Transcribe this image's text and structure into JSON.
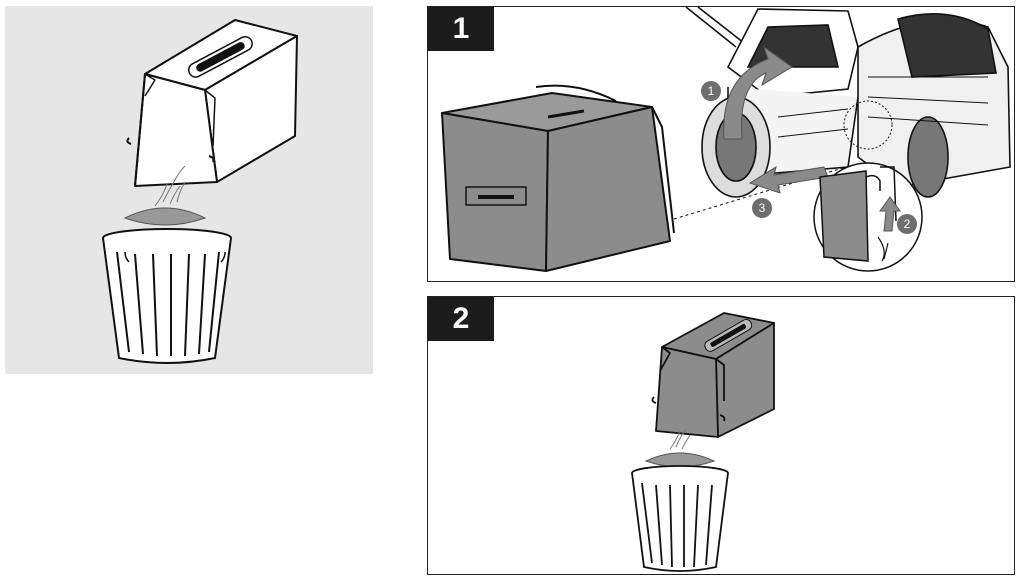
{
  "steps": {
    "step1_label": "1",
    "step2_label": "2"
  },
  "callouts": {
    "callout1": "1",
    "callout2": "2",
    "callout3": "3"
  },
  "colors": {
    "panel_bg": "#e6e6e6",
    "badge_bg": "#1c1c1c",
    "box_gray": "#8c8c8c",
    "callout_gray": "#6e6e6e"
  }
}
